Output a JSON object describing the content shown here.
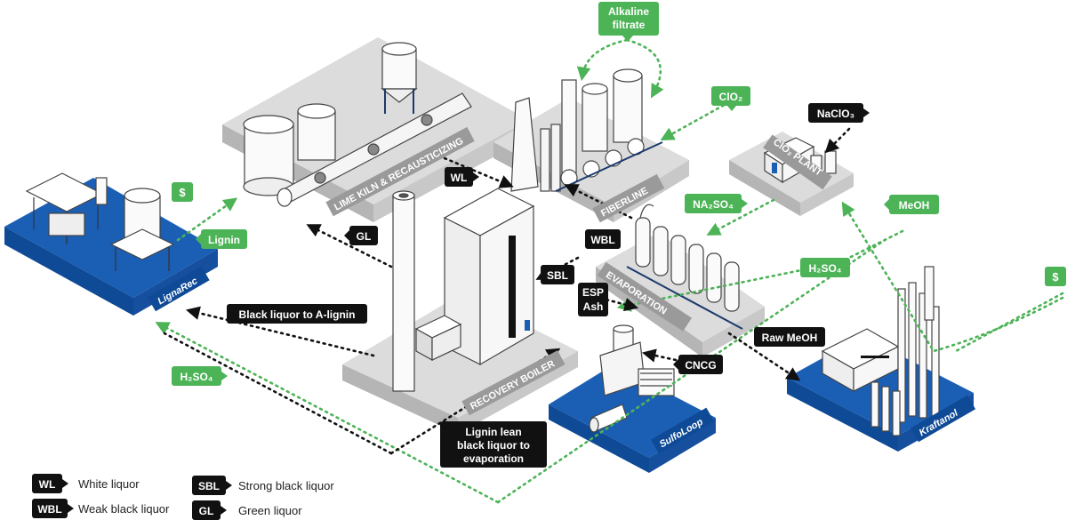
{
  "units": {
    "lignarec": "LignaRec",
    "lime_kiln": "LIME KILN & RECAUSTICIZING",
    "fiberline": "FIBERLINE",
    "clo2_plant": "ClO₂ PLANT",
    "evaporation": "EVAPORATION",
    "recovery_boiler": "RECOVERY BOILER",
    "sulfoloop": "SulfoLoop",
    "kraftanol": "Kraftanol"
  },
  "green_labels": {
    "alkaline_filtrate_1": "Alkaline",
    "alkaline_filtrate_2": "filtrate",
    "clo2": "ClO₂",
    "dollar_left": "$",
    "lignin": "Lignin",
    "na2so4": "NA₂SO₄",
    "meoh": "MeOH",
    "h2so4_right": "H₂SO₄",
    "dollar_right": "$",
    "h2so4_left": "H₂SO₄"
  },
  "black_labels": {
    "naclo3": "NaClO₃",
    "wl": "WL",
    "gl": "GL",
    "wbl": "WBL",
    "sbl": "SBL",
    "esp_ash_1": "ESP",
    "esp_ash_2": "Ash",
    "black_liquor_a_lignin": "Black liquor to A-lignin",
    "raw_meoh": "Raw MeOH",
    "cncg": "CNCG",
    "lignin_lean_1": "Lignin lean",
    "lignin_lean_2": "black liquor to",
    "lignin_lean_3": "evaporation"
  },
  "legend": [
    {
      "code": "WL",
      "text": "White liquor"
    },
    {
      "code": "WBL",
      "text": "Weak black liquor"
    },
    {
      "code": "SBL",
      "text": "Strong black liquor"
    },
    {
      "code": "GL",
      "text": "Green liquor"
    }
  ],
  "colors": {
    "green": "#4cb356",
    "black": "#111111",
    "blue": "#1b5fb5",
    "grey_platform": "#d9d9d9",
    "grey_side": "#a8a8a8"
  }
}
